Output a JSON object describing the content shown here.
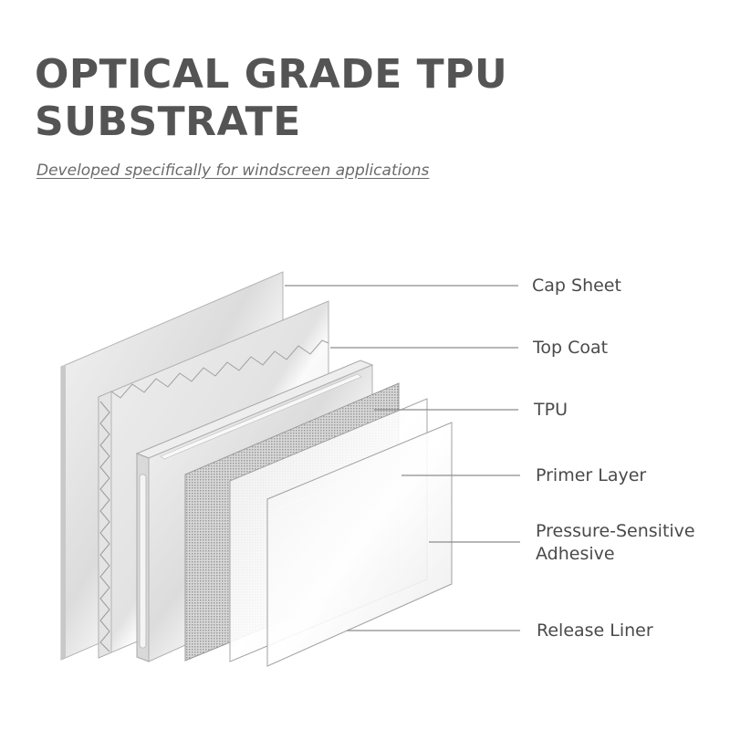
{
  "title": {
    "line1": "OPTICAL GRADE TPU",
    "line2": "SUBSTRATE"
  },
  "subtitle": "Developed specifically for windscreen applications",
  "layers": [
    {
      "name": "Cap Sheet"
    },
    {
      "name": "Top Coat"
    },
    {
      "name": "TPU"
    },
    {
      "name": "Primer Layer"
    },
    {
      "name": "Pressure-Sensitive",
      "name_line2": "Adhesive"
    },
    {
      "name": "Release Liner"
    }
  ],
  "colors": {
    "title": "#545454",
    "text": "#4a4a4a",
    "leader_line": "#8c8c8c",
    "sheet_fill": "#e6e6e6",
    "sheet_edge": "#b0b0b0"
  }
}
